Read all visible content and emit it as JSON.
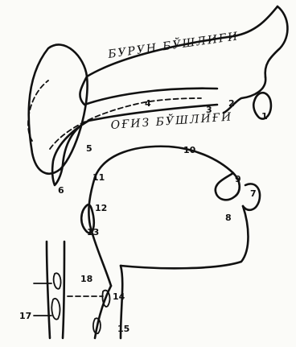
{
  "regions": {
    "nasal_cavity": "БУРУН БЎШЛИҒИ",
    "oral_cavity": "ОҒИЗ БЎШЛИҒИ"
  },
  "labels": [
    "1",
    "2",
    "3",
    "4",
    "5",
    "6",
    "7",
    "8",
    "9",
    "10",
    "11",
    "12",
    "13",
    "14",
    "15",
    "17",
    "18"
  ]
}
